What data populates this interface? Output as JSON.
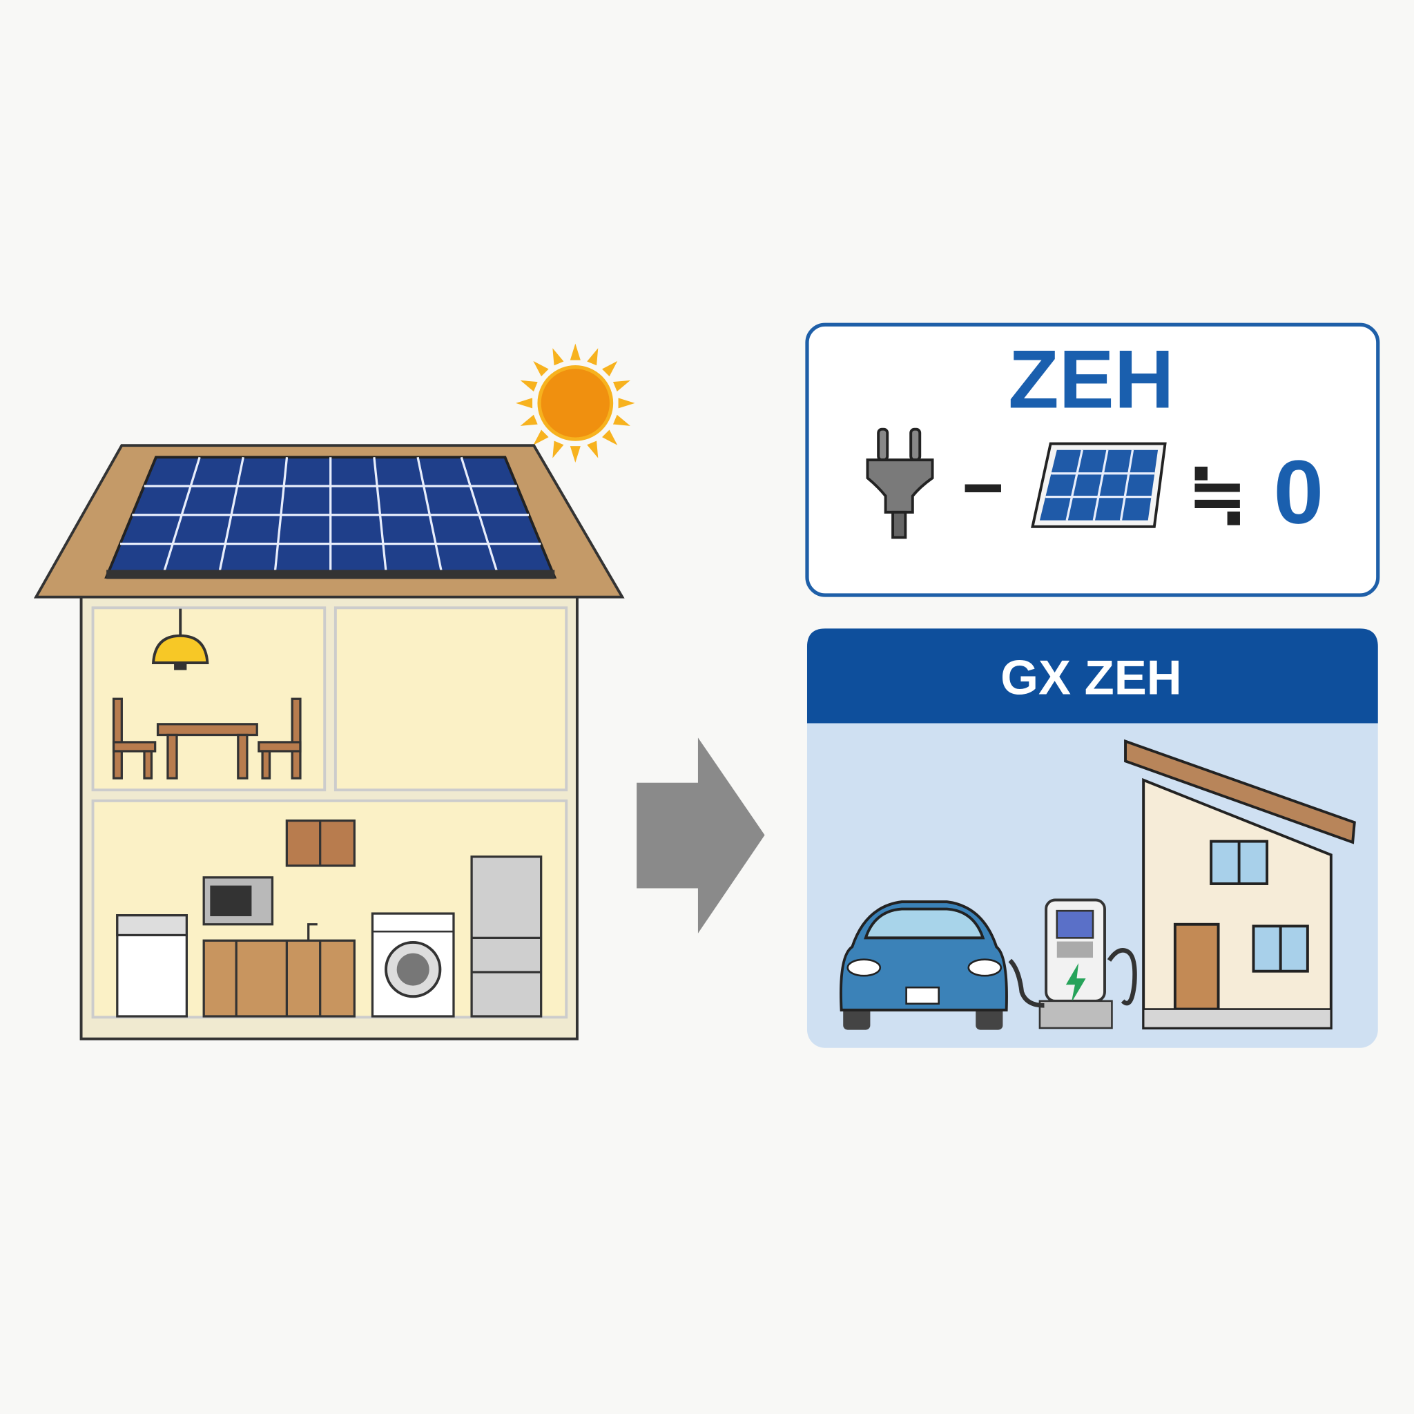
{
  "zeh_card": {
    "title": "ZEH",
    "minus": "−",
    "approx_equal": "≒",
    "result": "0",
    "icons": [
      "power-plug-icon",
      "solar-panel-icon"
    ]
  },
  "gx_card": {
    "title": "GX ZEH",
    "icons": [
      "electric-car-icon",
      "ev-charger-icon",
      "house-icon"
    ]
  },
  "colors": {
    "brand_blue": "#1a5fae",
    "header_blue": "#0e4f9c",
    "card_bg": "#cfe0f2",
    "arrow": "#8a8a8a",
    "sun": "#f0900f"
  }
}
